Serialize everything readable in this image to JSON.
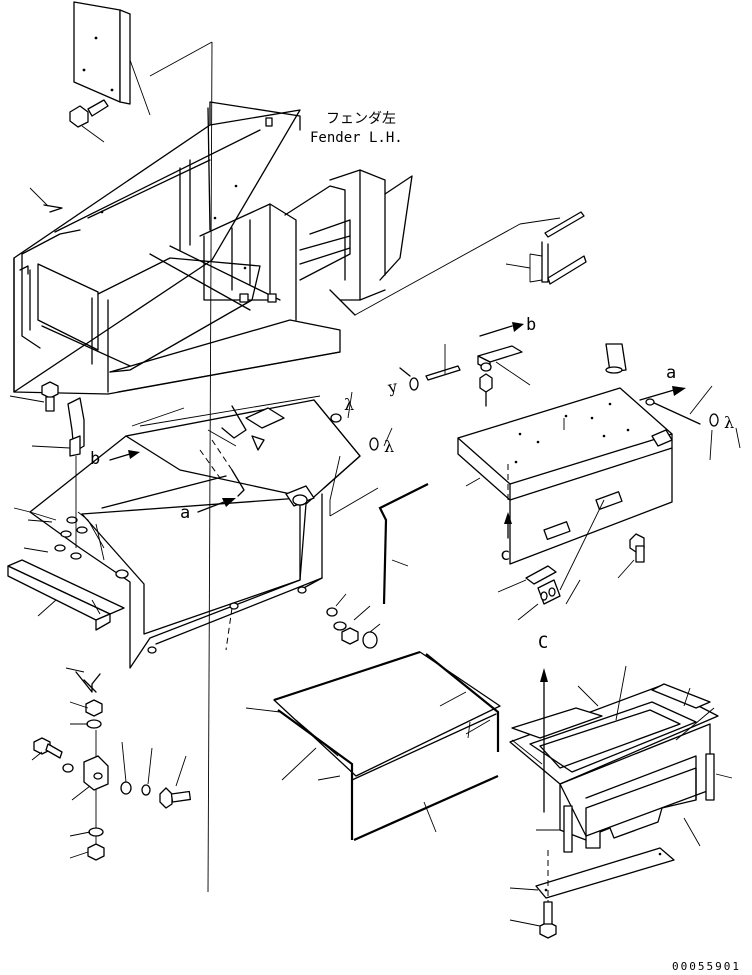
{
  "fender_label": {
    "japanese": "フェンダ左",
    "english": "Fender L.H."
  },
  "view_markers": {
    "b_top": "b",
    "b_left": "b",
    "a_right": "a",
    "a_center": "a",
    "c_lower": "c",
    "c_bottom": "C"
  },
  "document_number": "00055901"
}
